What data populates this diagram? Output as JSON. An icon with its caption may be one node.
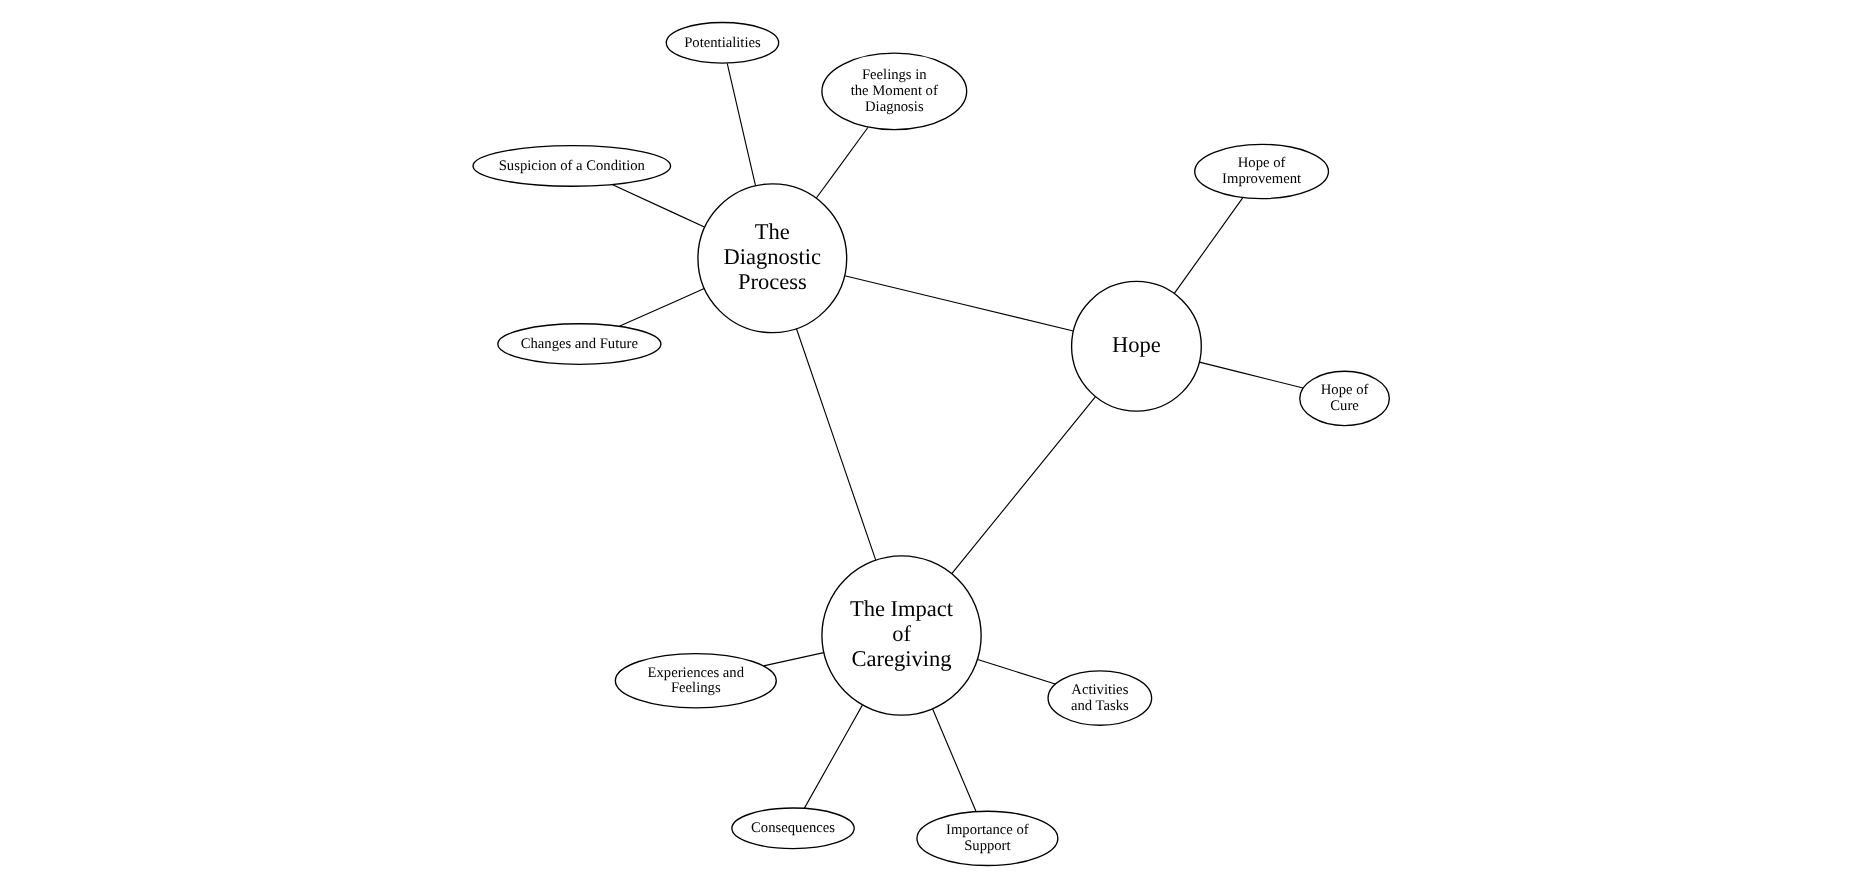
{
  "diagram": {
    "nodes": [
      {
        "text": [
          "The Diagnostic Process"
        ]
      },
      {
        "text": [
          "Feelings in the Moment of Diagnosis"
        ]
      },
      {
        "text": [
          "Changes and Future"
        ]
      },
      {
        "text": [
          "Suspicion of a Condition"
        ]
      },
      {
        "text": [
          "Potentialities"
        ]
      },
      {
        "text": [
          "The Impact of Caregiving"
        ]
      },
      {
        "text": [
          "Experiences and Feelings"
        ]
      },
      {
        "text": [
          "Activities and Tasks"
        ]
      },
      {
        "text": [
          "Consequences"
        ]
      },
      {
        "text": [
          "Importance of Support"
        ]
      },
      {
        "text": [
          "Hope"
        ]
      },
      {
        "text": [
          "Hope of Improvement"
        ]
      },
      {
        "text": [
          "Hope of Cure"
        ]
      }
    ],
    "edges": [
      {
        "from": 0,
        "to": 1,
        "arrow": "none"
      },
      {
        "from": 0,
        "to": 2,
        "arrow": "none"
      },
      {
        "from": 0,
        "to": 3,
        "arrow": "none"
      },
      {
        "from": 0,
        "to": 4,
        "arrow": "none"
      },
      {
        "from": 0,
        "to": 5,
        "arrow": "none"
      },
      {
        "from": 0,
        "to": 10,
        "arrow": "none"
      },
      {
        "from": 5,
        "to": 6,
        "arrow": "none"
      },
      {
        "from": 5,
        "to": 7,
        "arrow": "none"
      },
      {
        "from": 5,
        "to": 8,
        "arrow": "none"
      },
      {
        "from": 5,
        "to": 9,
        "arrow": "none"
      },
      {
        "from": 10,
        "to": 5,
        "arrow": "none"
      },
      {
        "from": 10,
        "to": 11,
        "arrow": "none"
      },
      {
        "from": 10,
        "to": 12,
        "arrow": "none"
      }
    ]
  }
}
